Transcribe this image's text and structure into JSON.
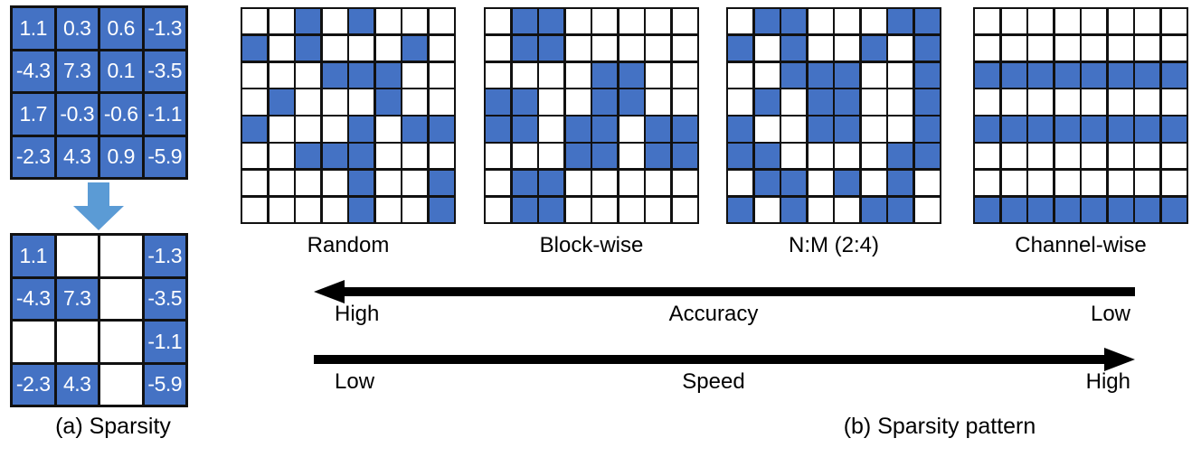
{
  "figure": {
    "panel_a": {
      "caption": "(a) Sparsity",
      "dense_matrix": {
        "rows": [
          [
            "1.1",
            "0.3",
            "0.6",
            "-1.3"
          ],
          [
            "-4.3",
            "7.3",
            "0.1",
            "-3.5"
          ],
          [
            "1.7",
            "-0.3",
            "-0.6",
            "-1.1"
          ],
          [
            "-2.3",
            "4.3",
            "0.9",
            "-5.9"
          ]
        ]
      },
      "sparse_matrix": {
        "rows": [
          [
            "1.1",
            "",
            "",
            "-1.3"
          ],
          [
            "-4.3",
            "7.3",
            "",
            "-3.5"
          ],
          [
            "",
            "",
            "",
            "-1.1"
          ],
          [
            "-2.3",
            "4.3",
            "",
            "-5.9"
          ]
        ],
        "mask": [
          [
            1,
            0,
            0,
            1
          ],
          [
            1,
            1,
            0,
            1
          ],
          [
            0,
            0,
            0,
            1
          ],
          [
            1,
            1,
            0,
            1
          ]
        ]
      },
      "arrow_icon": "down-arrow-icon"
    },
    "panel_b": {
      "caption": "(b) Sparsity pattern",
      "patterns": [
        {
          "label": "Random",
          "mask": [
            [
              0,
              0,
              1,
              0,
              1,
              0,
              0,
              0
            ],
            [
              1,
              0,
              1,
              0,
              0,
              0,
              1,
              0
            ],
            [
              0,
              0,
              0,
              1,
              1,
              1,
              0,
              0
            ],
            [
              0,
              1,
              0,
              0,
              0,
              1,
              0,
              0
            ],
            [
              1,
              0,
              0,
              0,
              1,
              0,
              1,
              1
            ],
            [
              0,
              0,
              1,
              1,
              1,
              0,
              0,
              0
            ],
            [
              0,
              0,
              0,
              0,
              1,
              0,
              0,
              1
            ],
            [
              0,
              0,
              0,
              0,
              1,
              0,
              0,
              1
            ]
          ]
        },
        {
          "label": "Block-wise",
          "mask": [
            [
              0,
              1,
              1,
              0,
              0,
              0,
              0,
              0
            ],
            [
              0,
              1,
              1,
              0,
              0,
              0,
              0,
              0
            ],
            [
              0,
              0,
              0,
              0,
              1,
              1,
              0,
              0
            ],
            [
              1,
              1,
              0,
              0,
              1,
              1,
              0,
              0
            ],
            [
              1,
              1,
              0,
              1,
              1,
              0,
              1,
              1
            ],
            [
              0,
              0,
              0,
              1,
              1,
              0,
              1,
              1
            ],
            [
              0,
              1,
              1,
              0,
              0,
              0,
              0,
              0
            ],
            [
              0,
              1,
              1,
              0,
              0,
              0,
              0,
              0
            ]
          ]
        },
        {
          "label": "N:M (2:4)",
          "mask": [
            [
              0,
              1,
              1,
              0,
              0,
              0,
              1,
              1
            ],
            [
              1,
              0,
              1,
              0,
              0,
              1,
              0,
              1
            ],
            [
              0,
              0,
              1,
              1,
              1,
              0,
              0,
              1
            ],
            [
              0,
              1,
              0,
              1,
              1,
              0,
              0,
              1
            ],
            [
              1,
              0,
              0,
              1,
              1,
              0,
              0,
              1
            ],
            [
              1,
              1,
              0,
              0,
              0,
              0,
              1,
              1
            ],
            [
              0,
              1,
              1,
              0,
              1,
              0,
              1,
              0
            ],
            [
              1,
              0,
              1,
              0,
              0,
              1,
              1,
              0
            ]
          ]
        },
        {
          "label": "Channel-wise",
          "mask": [
            [
              0,
              0,
              0,
              0,
              0,
              0,
              0,
              0
            ],
            [
              0,
              0,
              0,
              0,
              0,
              0,
              0,
              0
            ],
            [
              1,
              1,
              1,
              1,
              1,
              1,
              1,
              1
            ],
            [
              0,
              0,
              0,
              0,
              0,
              0,
              0,
              0
            ],
            [
              1,
              1,
              1,
              1,
              1,
              1,
              1,
              1
            ],
            [
              0,
              0,
              0,
              0,
              0,
              0,
              0,
              0
            ],
            [
              0,
              0,
              0,
              0,
              0,
              0,
              0,
              0
            ],
            [
              1,
              1,
              1,
              1,
              1,
              1,
              1,
              1
            ]
          ]
        }
      ],
      "axes": [
        {
          "name": "Accuracy",
          "direction": "left",
          "icon": "left-arrow-icon",
          "left_label": "High",
          "right_label": "Low",
          "center_label": "Accuracy"
        },
        {
          "name": "Speed",
          "direction": "right",
          "icon": "right-arrow-icon",
          "left_label": "Low",
          "right_label": "High",
          "center_label": "Speed"
        }
      ]
    }
  },
  "colors": {
    "cell_fill": "#4472C4",
    "cell_empty": "#FFFFFF",
    "grid_line": "#111111",
    "prune_arrow": "#5B9BD5",
    "text": "#000000",
    "cell_text": "#FFFFFF"
  }
}
